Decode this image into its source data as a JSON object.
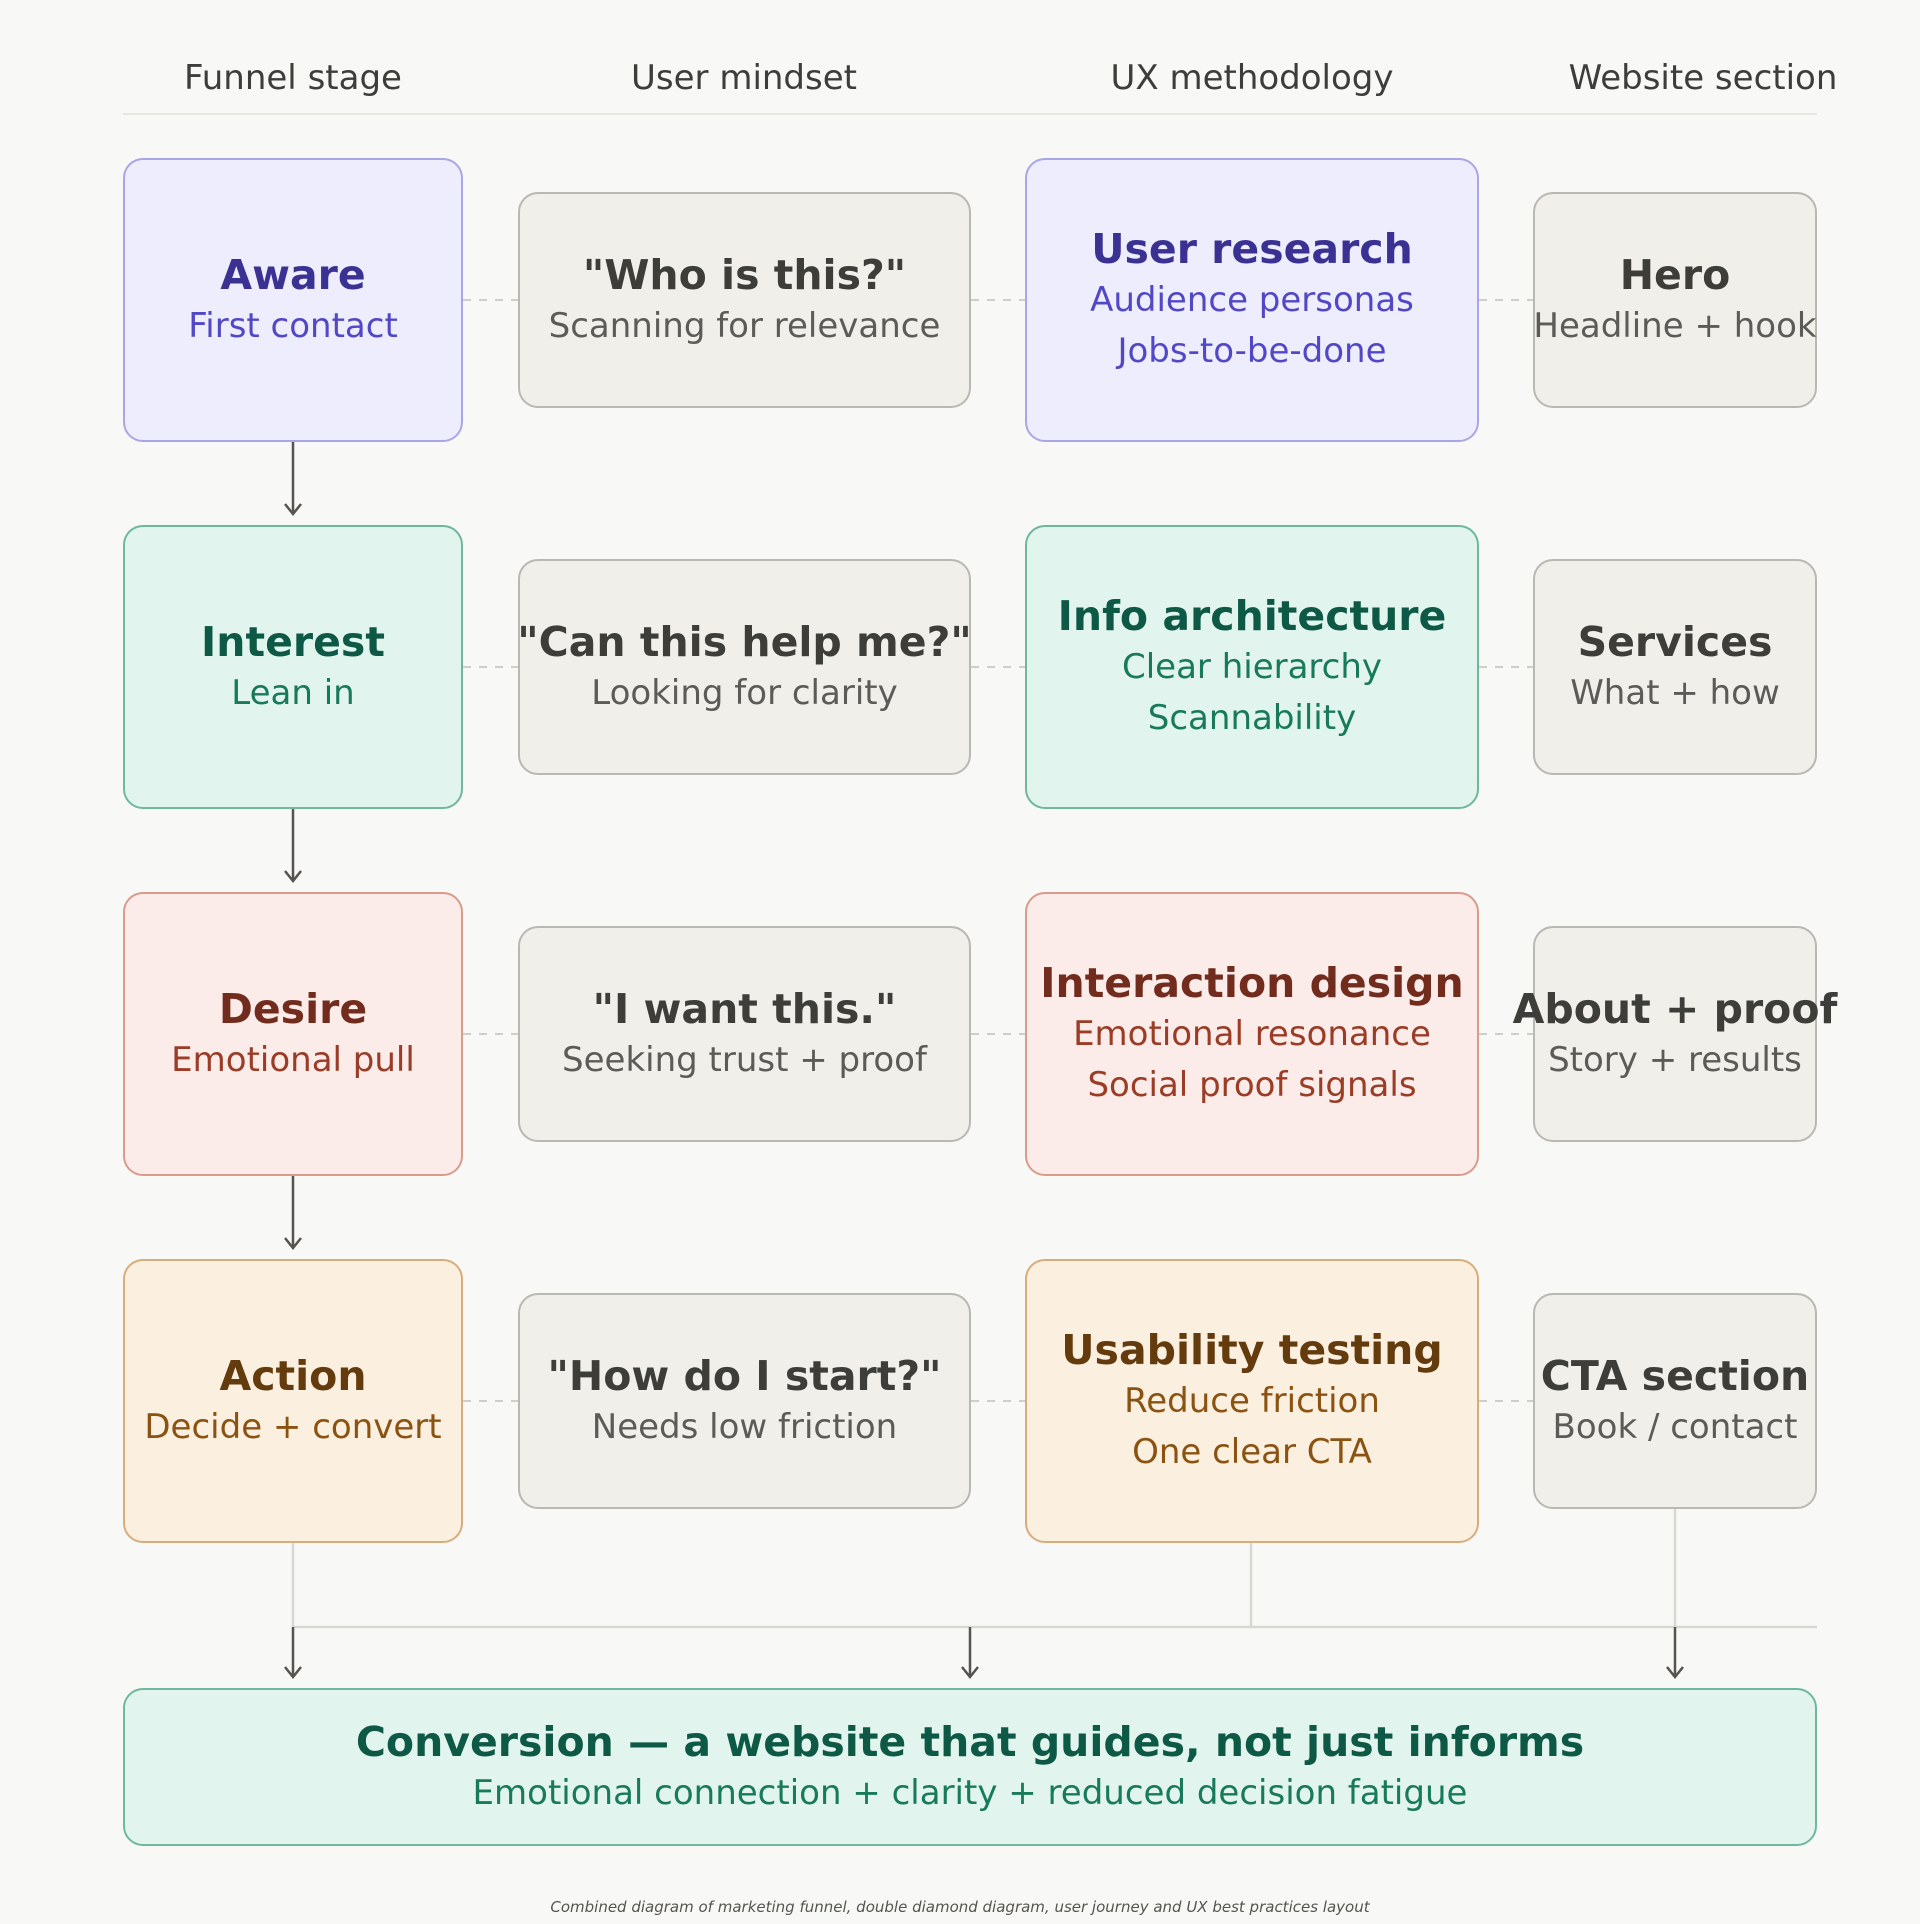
{
  "columns": [
    "Funnel stage",
    "User mindset",
    "UX methodology",
    "Website section"
  ],
  "rows": [
    {
      "stage": {
        "title": "Aware",
        "subtitle": "First contact"
      },
      "mindset": {
        "title": "\"Who is this?\"",
        "subtitle": "Scanning for relevance"
      },
      "method": {
        "title": "User research",
        "lines": [
          "Audience personas",
          "Jobs-to-be-done"
        ]
      },
      "section": {
        "title": "Hero",
        "subtitle": "Headline + hook"
      }
    },
    {
      "stage": {
        "title": "Interest",
        "subtitle": "Lean in"
      },
      "mindset": {
        "title": "\"Can this help me?\"",
        "subtitle": "Looking for clarity"
      },
      "method": {
        "title": "Info architecture",
        "lines": [
          "Clear hierarchy",
          "Scannability"
        ]
      },
      "section": {
        "title": "Services",
        "subtitle": "What + how"
      }
    },
    {
      "stage": {
        "title": "Desire",
        "subtitle": "Emotional pull"
      },
      "mindset": {
        "title": "\"I want this.\"",
        "subtitle": "Seeking trust + proof"
      },
      "method": {
        "title": "Interaction design",
        "lines": [
          "Emotional resonance",
          "Social proof signals"
        ]
      },
      "section": {
        "title": "About + proof",
        "subtitle": "Story + results"
      }
    },
    {
      "stage": {
        "title": "Action",
        "subtitle": "Decide + convert"
      },
      "mindset": {
        "title": "\"How do I start?\"",
        "subtitle": "Needs low friction"
      },
      "method": {
        "title": "Usability testing",
        "lines": [
          "Reduce friction",
          "One clear CTA"
        ]
      },
      "section": {
        "title": "CTA section",
        "subtitle": "Book / contact"
      }
    }
  ],
  "conversion": {
    "title": "Conversion — a website that guides, not just informs",
    "subtitle": "Emotional connection + clarity + reduced decision fatigue"
  },
  "caption": "Combined diagram of marketing funnel, double diamond diagram, user journey and UX best practices layout",
  "colors": {
    "aware": "#eeedfd",
    "interest": "#e1f5ee",
    "desire": "#fbece9",
    "action": "#fbefdf",
    "neutral": "#f1efe9",
    "arrow": "#55544f"
  }
}
